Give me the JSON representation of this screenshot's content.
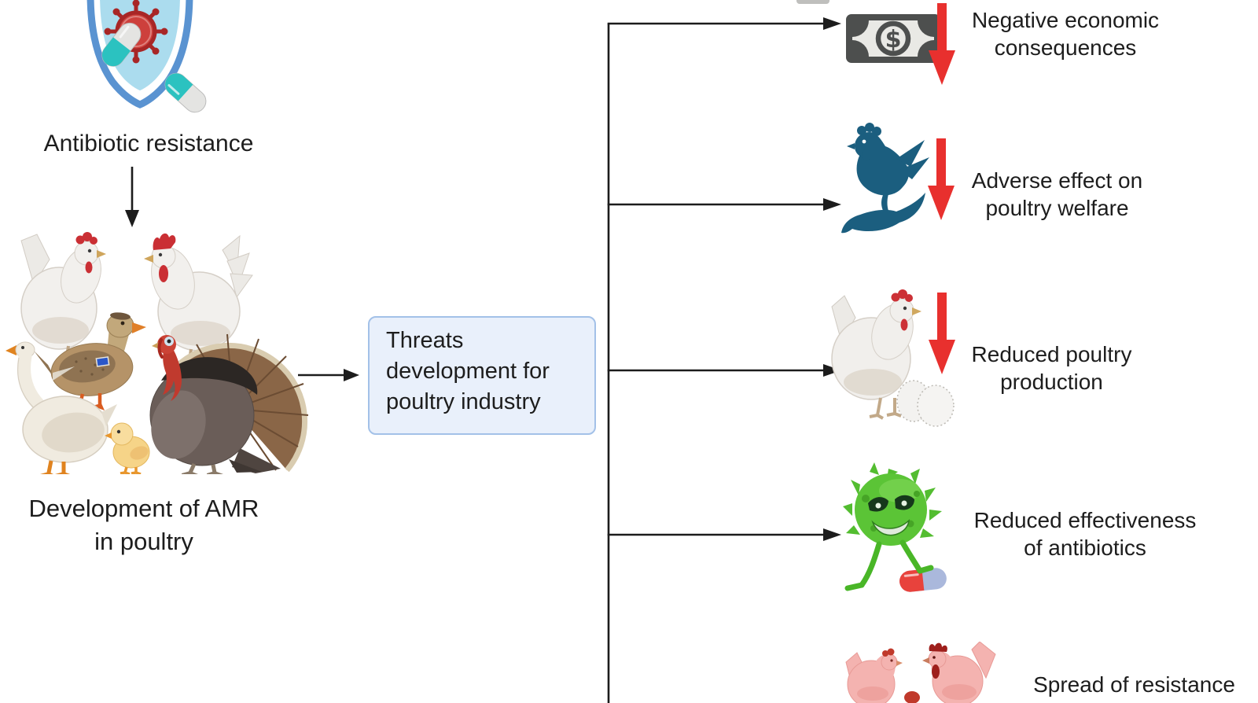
{
  "figure": {
    "type": "flow-diagram",
    "topic": "Antimicrobial resistance (AMR) threats to the poultry industry",
    "background": "#ffffff"
  },
  "left": {
    "antibiotic_icon": "shield-with-virus-and-capsules-icon",
    "antibiotic_label": "Antibiotic resistance",
    "poultry_icon": "poultry-flock-illustration (hen, rooster, duck, goose, turkey, chick)",
    "amr_label": "Development of AMR\nin poultry"
  },
  "center_box": {
    "label": "Threats\ndevelopment for\npoultry industry",
    "fill": "#e9f0fb",
    "border": "#a3c1e8"
  },
  "outcomes": [
    {
      "id": "economic",
      "icon": "money-bill-icon",
      "label": "Negative economic\nconsequences",
      "red_down_arrow": true
    },
    {
      "id": "welfare",
      "icon": "chicken-on-hand-icon",
      "label": "Adverse effect on\npoultry welfare",
      "red_down_arrow": true
    },
    {
      "id": "production",
      "icon": "hen-with-eggs-icon",
      "label": "Reduced poultry\nproduction",
      "red_down_arrow": true
    },
    {
      "id": "effectiveness",
      "icon": "resistant-microbe-on-pill-icon",
      "label": "Reduced effectiveness\nof antibiotics",
      "red_down_arrow": false
    },
    {
      "id": "spread",
      "icon": "pink-chickens-icon",
      "label": "Spread of resistance",
      "red_down_arrow": false
    }
  ],
  "connections": [
    {
      "from": "Antibiotic resistance",
      "to": "Development of AMR in poultry",
      "style": "thin-black-arrow-down"
    },
    {
      "from": "Development of AMR in poultry",
      "to": "Threats development for poultry industry",
      "style": "thin-black-arrow-right"
    },
    {
      "from": "Threats development for poultry industry",
      "to": "Negative economic consequences",
      "style": "branch-arrow"
    },
    {
      "from": "Threats development for poultry industry",
      "to": "Adverse effect on poultry welfare",
      "style": "branch-arrow"
    },
    {
      "from": "Threats development for poultry industry",
      "to": "Reduced poultry production",
      "style": "branch-arrow"
    },
    {
      "from": "Threats development for poultry industry",
      "to": "Reduced effectiveness of antibiotics",
      "style": "branch-arrow"
    },
    {
      "from": "Threats development for poultry industry",
      "to": "Spread of resistance",
      "style": "branch-continues-below-crop"
    }
  ],
  "colors": {
    "line_black": "#1c1c1c",
    "red_arrow": "#e8302e",
    "shield_blue": "#5a93d1",
    "shield_fill": "#abdcee",
    "virus_red": "#a82626",
    "capsule_teal": "#2bc2c0",
    "welfare_teal": "#1b5e7f",
    "bill_gray": "#4d4f4e",
    "microbe_green": "#5bc436",
    "pink_chicken": "#f4b3b0",
    "box_fill": "#e9f0fb",
    "box_border": "#a3c1e8"
  }
}
